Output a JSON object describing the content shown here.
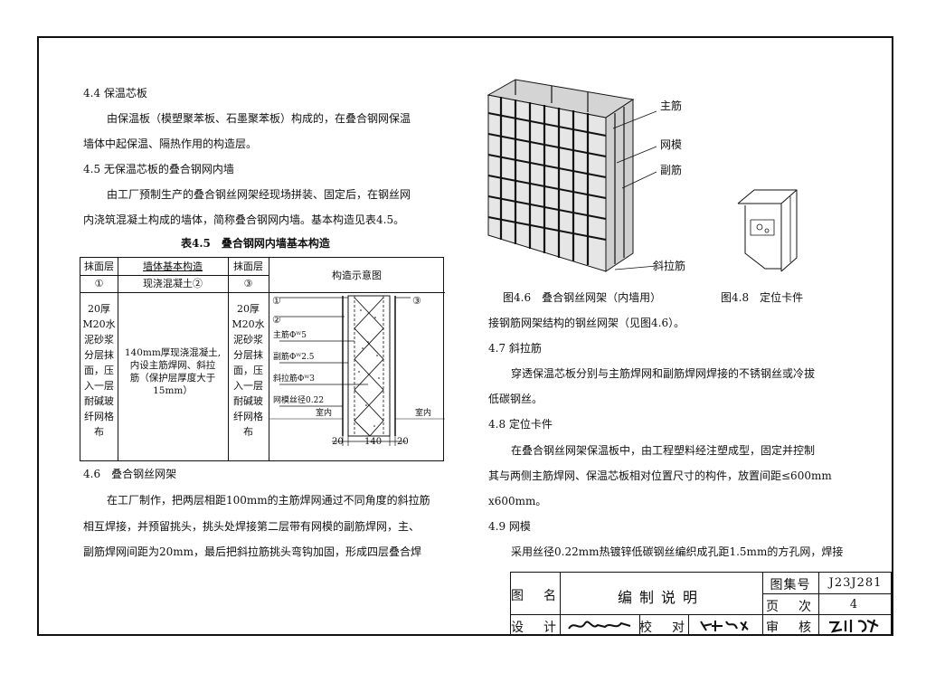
{
  "left_text": {
    "s44_title": "4.4 保温芯板",
    "s44_p1": "由保温板（模塑聚苯板、石墨聚苯板）构成的，在叠合钢网保温",
    "s44_p2": "墙体中起保温、隔热作用的构造层。",
    "s45_title": "4.5 无保温芯板的叠合钢网内墙",
    "s45_p1": "由工厂预制生产的叠合钢丝网架经现场拼装、固定后，在钢丝网",
    "s45_p2": "内浇筑混凝土构成的墙体，简称叠合钢网内墙。基本构造见表4.5。",
    "table_caption": "表4.5　叠合钢网内墙基本构造",
    "s46_title": "4.6　叠合钢丝网架",
    "s46_p1": "在工厂制作，把两层相距100mm的主筋焊网通过不同角度的斜拉筋",
    "s46_p2": "相互焊接，并预留挑头，挑头处焊接第二层带有网模的副筋焊网，主、",
    "s46_p3": "副筋焊网间距为20mm，最后把斜拉筋挑头弯钩加固，形成四层叠合焊"
  },
  "table": {
    "h1": "抹面层",
    "h1b": "①",
    "h2": "墙体基本构造",
    "h2b": "现浇混凝土②",
    "h3": "抹面层",
    "h3b": "③",
    "h4": "构造示意图",
    "c1": [
      "20厚",
      "M20水",
      "泥砂浆",
      "分层抹",
      "面，压",
      "入一层",
      "耐碱玻",
      "纤网格",
      "布"
    ],
    "c2": [
      "140mm厚现浇混凝土,",
      "内设主筋焊网、斜拉",
      "筋（保护层厚度大于",
      "15mm）"
    ],
    "c3": [
      "20厚",
      "M20水",
      "泥砂浆",
      "分层抹",
      "面，压",
      "入一层",
      "耐碱玻",
      "纤网格",
      "布"
    ],
    "diagram": {
      "m1": "①",
      "m2": "②",
      "m3": "③",
      "l1": "主筋Φᵂ5",
      "l2": "副筋Φᵂ2.5",
      "l3": "斜拉筋Φᵂ3",
      "l4": "网模丝径0.22",
      "room_left": "室内",
      "room_right": "室内",
      "dim1": "20",
      "dim2": "140",
      "dim3": "20"
    }
  },
  "right_text": {
    "fig46_labels": {
      "main": "主筋",
      "mesh": "网模",
      "sub": "副筋",
      "diag": "斜拉筋"
    },
    "fig46_caption": "图4.6　叠合钢丝网架（内墙用）",
    "fig48_caption": "图4.8　定位卡件",
    "cont": "接钢筋网架结构的钢丝网架（见图4.6）。",
    "s47_title": "4.7 斜拉筋",
    "s47_p1": "穿透保温芯板分别与主筋焊网和副筋焊网焊接的不锈钢丝或冷拔",
    "s47_p2": "低碳钢丝。",
    "s48_title": "4.8 定位卡件",
    "s48_p1": "在叠合钢丝网架保温板中，由工程塑料经注塑成型，固定并控制",
    "s48_p2": "其与两侧主筋焊网、保温芯板相对位置尺寸的构件，放置间距≤600mm",
    "s48_p3": "x600mm。",
    "s49_title": "4.9 网模",
    "s49_p1": "采用丝径0.22mm热镀锌低碳钢丝编织成孔距1.5mm的方孔网，焊接"
  },
  "title_block": {
    "name_label": "图　名",
    "name_value": "编制说明",
    "atlas_label": "图集号",
    "atlas_value": "J23J281",
    "page_label": "页　次",
    "page_value": "4",
    "design_label": "设　计",
    "check_label": "校　对",
    "review_label": "审　核"
  }
}
